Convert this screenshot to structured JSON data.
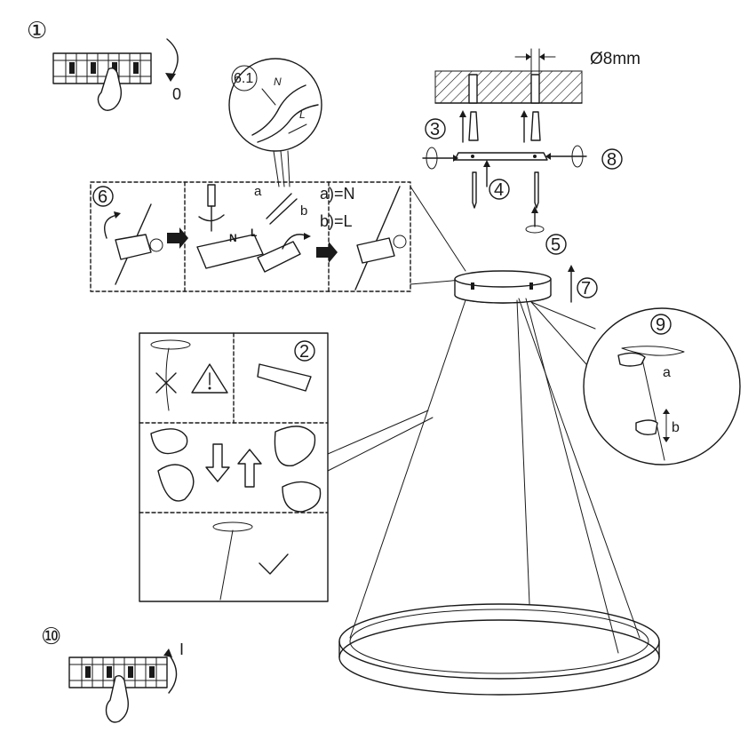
{
  "steps": {
    "s1": "①",
    "s2": "2",
    "s3": "3",
    "s4": "4",
    "s5": "5",
    "s6": "6",
    "s6_1": "6.1",
    "s7": "7",
    "s8": "8",
    "s9": "9",
    "s10": "⑩"
  },
  "labels": {
    "off_state": "0",
    "on_state": "I",
    "hole_diameter": "Ø8mm",
    "wire_n_letter": "N",
    "wire_l_letter": "L",
    "terminal_n": "N",
    "terminal_l": "L",
    "wire_a": "a",
    "wire_b": "b",
    "legend_a": "a)=N",
    "legend_b": "b)=L",
    "cable_a": "a",
    "cable_b": "b"
  },
  "icons": {
    "warning": "warning-triangle-icon",
    "forbidden": "cross-icon",
    "ok": "check-icon"
  }
}
